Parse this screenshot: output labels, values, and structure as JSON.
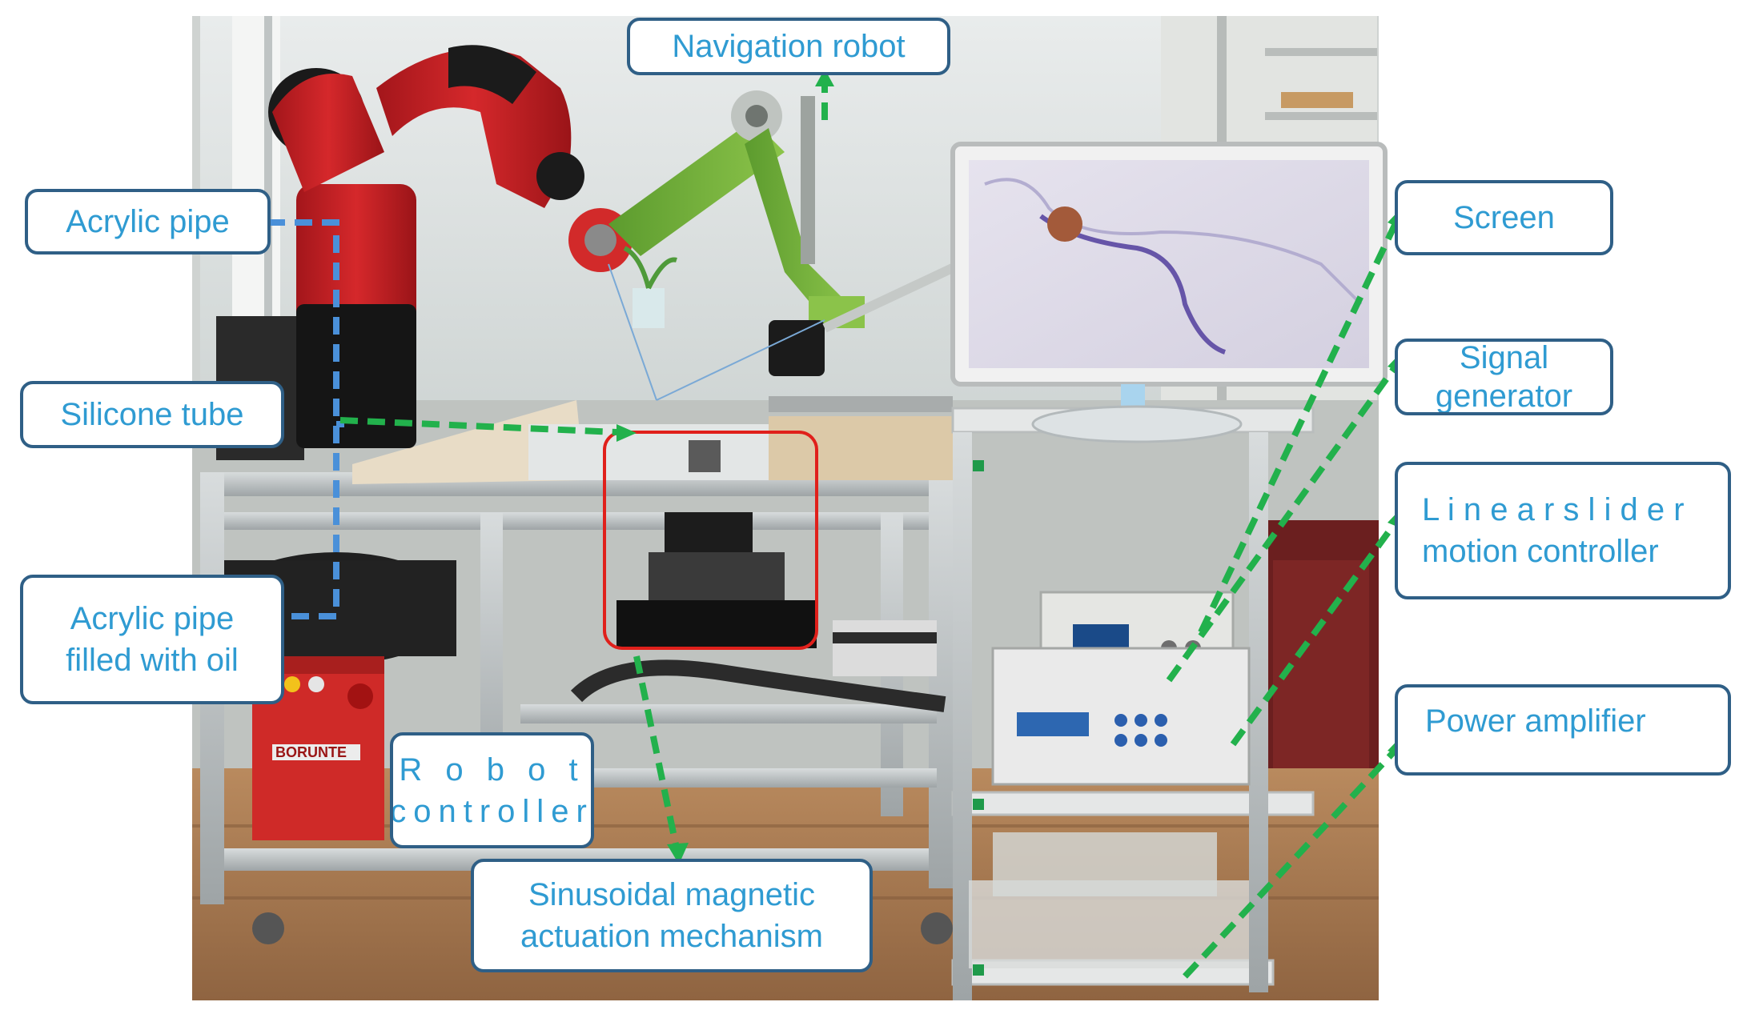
{
  "figure": {
    "photo_description_colors": {
      "background": "#ffffff",
      "label_border": "#2f5f86",
      "label_text": "#2f9bd2",
      "blue_pointer": "#4a90d9",
      "green_pointer": "#22b14c",
      "highlight_box": "#e0201b"
    },
    "labels": {
      "navigation_robot": "Navigation robot",
      "acrylic_pipe": "Acrylic pipe",
      "silicone_tube": "Silicone tube",
      "acrylic_pipe_oil": "Acrylic pipe\nfilled with oil",
      "robot_controller": "R o b o t\ncontroller",
      "sinusoidal_mechanism": "Sinusoidal  magnetic\nactuation  mechanism",
      "screen": "Screen",
      "signal_generator": "Signal\ngenerator",
      "linear_slider": "L i n e a r   s l i d e r\nmotion  controller",
      "power_amplifier": "Power amplifier"
    },
    "equipment_text": {
      "brand_label": "BORUNTE"
    },
    "icons": [
      "robot-arm-icon",
      "monitor-icon",
      "signal-generator-icon",
      "amplifier-icon"
    ]
  }
}
